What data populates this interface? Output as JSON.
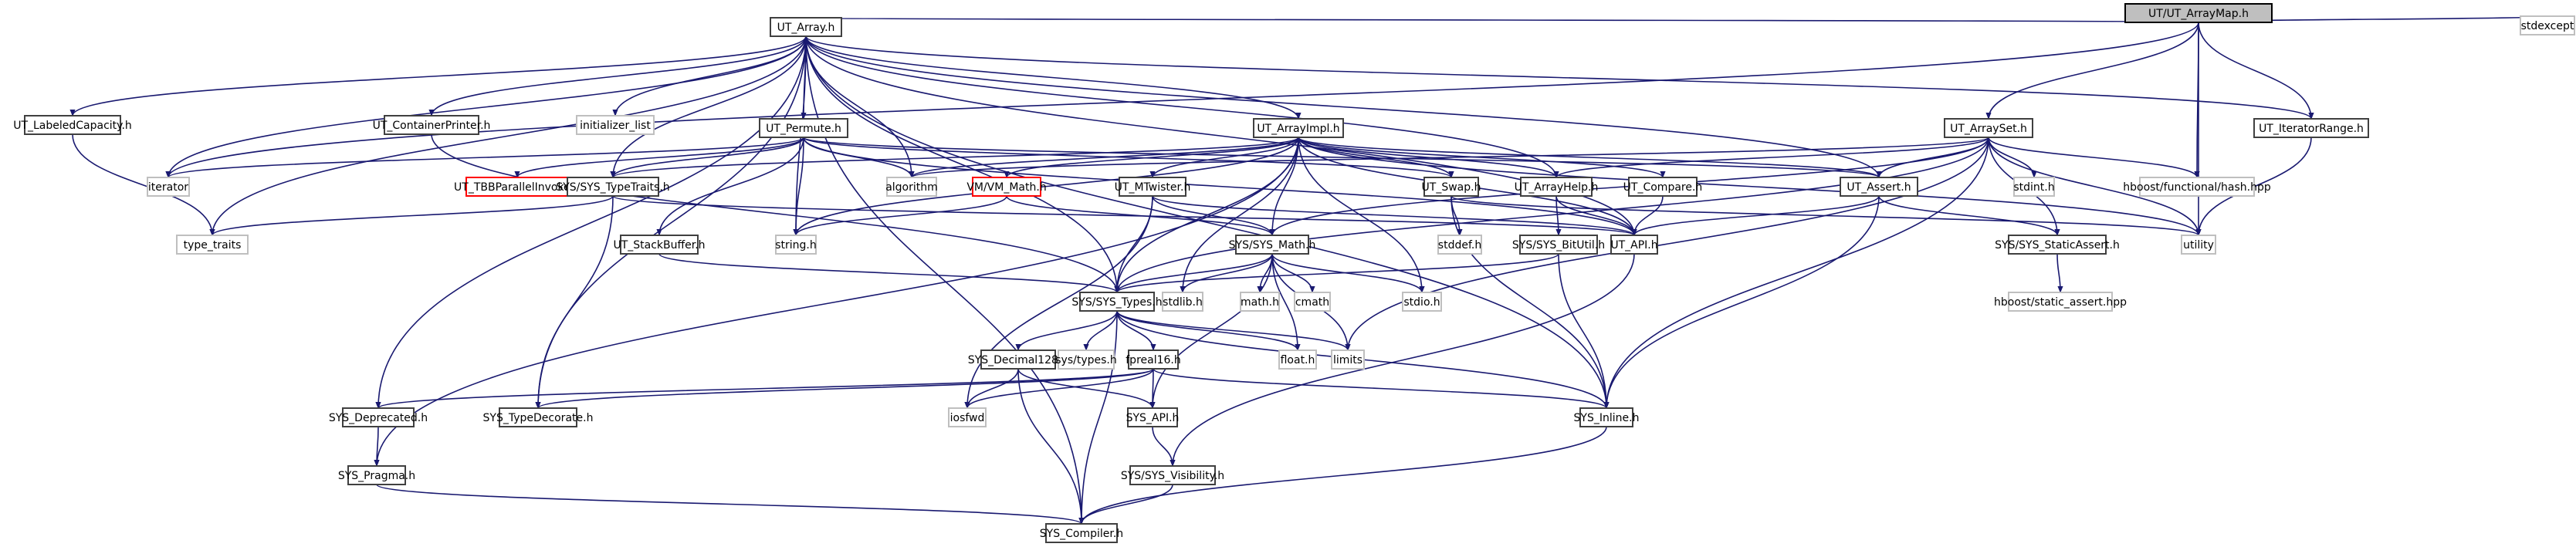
{
  "title": "UT/UT_ArrayMap.h include dependency graph",
  "colors": {
    "edge": "#191970",
    "root_fill": "#bfbfbf",
    "documented_border": "#404040",
    "external_border": "#bfbfbf",
    "truncated_border": "#ff0000"
  },
  "nodes": [
    {
      "id": "arraymap",
      "label": "UT/UT_ArrayMap.h",
      "kind": "root"
    },
    {
      "id": "stdexcept",
      "label": "stdexcept",
      "kind": "external"
    },
    {
      "id": "ut_array",
      "label": "UT_Array.h",
      "kind": "documented"
    },
    {
      "id": "labeledcap",
      "label": "UT_LabeledCapacity.h",
      "kind": "documented"
    },
    {
      "id": "containerprinter",
      "label": "UT_ContainerPrinter.h",
      "kind": "documented"
    },
    {
      "id": "initlist",
      "label": "initializer_list",
      "kind": "external"
    },
    {
      "id": "permute",
      "label": "UT_Permute.h",
      "kind": "documented"
    },
    {
      "id": "arrayimpl",
      "label": "UT_ArrayImpl.h",
      "kind": "documented"
    },
    {
      "id": "arrayset",
      "label": "UT_ArraySet.h",
      "kind": "documented"
    },
    {
      "id": "iterrange",
      "label": "UT_IteratorRange.h",
      "kind": "documented"
    },
    {
      "id": "iterator",
      "label": "iterator",
      "kind": "external"
    },
    {
      "id": "type_traits",
      "label": "type_traits",
      "kind": "external"
    },
    {
      "id": "tbbparallel",
      "label": "UT_TBBParallelInvoke.h",
      "kind": "truncated"
    },
    {
      "id": "systypetraits",
      "label": "SYS/SYS_TypeTraits.h",
      "kind": "documented"
    },
    {
      "id": "algorithm",
      "label": "algorithm",
      "kind": "external"
    },
    {
      "id": "vmmath",
      "label": "VM/VM_Math.h",
      "kind": "truncated"
    },
    {
      "id": "mtwister",
      "label": "UT_MTwister.h",
      "kind": "documented"
    },
    {
      "id": "swap",
      "label": "UT_Swap.h",
      "kind": "documented"
    },
    {
      "id": "arrayhelp",
      "label": "UT_ArrayHelp.h",
      "kind": "documented"
    },
    {
      "id": "compare",
      "label": "UT_Compare.h",
      "kind": "documented"
    },
    {
      "id": "assert",
      "label": "UT_Assert.h",
      "kind": "documented"
    },
    {
      "id": "stdint",
      "label": "stdint.h",
      "kind": "external"
    },
    {
      "id": "hash",
      "label": "hboost/functional/hash.hpp",
      "kind": "external"
    },
    {
      "id": "utility",
      "label": "utility",
      "kind": "external"
    },
    {
      "id": "stackbuffer",
      "label": "UT_StackBuffer.h",
      "kind": "documented"
    },
    {
      "id": "string_h",
      "label": "string.h",
      "kind": "external"
    },
    {
      "id": "sysmath",
      "label": "SYS/SYS_Math.h",
      "kind": "documented"
    },
    {
      "id": "stddef",
      "label": "stddef.h",
      "kind": "external"
    },
    {
      "id": "bitutil",
      "label": "SYS/SYS_BitUtil.h",
      "kind": "documented"
    },
    {
      "id": "utapi",
      "label": "UT_API.h",
      "kind": "documented"
    },
    {
      "id": "staticassert",
      "label": "SYS/SYS_StaticAssert.h",
      "kind": "documented"
    },
    {
      "id": "hstaticassert",
      "label": "hboost/static_assert.hpp",
      "kind": "external"
    },
    {
      "id": "systypes",
      "label": "SYS/SYS_Types.h",
      "kind": "documented"
    },
    {
      "id": "stdlib",
      "label": "stdlib.h",
      "kind": "external"
    },
    {
      "id": "math_h",
      "label": "math.h",
      "kind": "external"
    },
    {
      "id": "cmath",
      "label": "cmath",
      "kind": "external"
    },
    {
      "id": "stdio",
      "label": "stdio.h",
      "kind": "external"
    },
    {
      "id": "decimal128",
      "label": "SYS_Decimal128.h",
      "kind": "documented"
    },
    {
      "id": "systypes_h",
      "label": "sys/types.h",
      "kind": "external"
    },
    {
      "id": "fpreal16",
      "label": "fpreal16.h",
      "kind": "documented"
    },
    {
      "id": "float_h",
      "label": "float.h",
      "kind": "external"
    },
    {
      "id": "limits",
      "label": "limits",
      "kind": "external"
    },
    {
      "id": "deprecated",
      "label": "SYS_Deprecated.h",
      "kind": "documented"
    },
    {
      "id": "typedecorate",
      "label": "SYS_TypeDecorate.h",
      "kind": "documented"
    },
    {
      "id": "iosfwd",
      "label": "iosfwd",
      "kind": "external"
    },
    {
      "id": "sysapi",
      "label": "SYS_API.h",
      "kind": "documented"
    },
    {
      "id": "inline",
      "label": "SYS_Inline.h",
      "kind": "documented"
    },
    {
      "id": "pragma",
      "label": "SYS_Pragma.h",
      "kind": "documented"
    },
    {
      "id": "visibility",
      "label": "SYS/SYS_Visibility.h",
      "kind": "documented"
    },
    {
      "id": "compiler",
      "label": "SYS_Compiler.h",
      "kind": "documented"
    }
  ],
  "edges": [
    [
      "arraymap",
      "ut_array"
    ],
    [
      "arraymap",
      "stdexcept"
    ],
    [
      "arraymap",
      "arrayset"
    ],
    [
      "arraymap",
      "iterrange"
    ],
    [
      "arraymap",
      "hash"
    ],
    [
      "arraymap",
      "utility"
    ],
    [
      "arraymap",
      "iterator"
    ],
    [
      "ut_array",
      "labeledcap"
    ],
    [
      "ut_array",
      "containerprinter"
    ],
    [
      "ut_array",
      "initlist"
    ],
    [
      "ut_array",
      "permute"
    ],
    [
      "ut_array",
      "arrayimpl"
    ],
    [
      "ut_array",
      "iterator"
    ],
    [
      "ut_array",
      "type_traits"
    ],
    [
      "ut_array",
      "systypetraits"
    ],
    [
      "ut_array",
      "algorithm"
    ],
    [
      "ut_array",
      "string_h"
    ],
    [
      "ut_array",
      "arrayhelp"
    ],
    [
      "ut_array",
      "assert"
    ],
    [
      "ut_array",
      "utapi"
    ],
    [
      "ut_array",
      "iterrange"
    ],
    [
      "ut_array",
      "inline"
    ],
    [
      "ut_array",
      "compiler"
    ],
    [
      "ut_array",
      "deprecated"
    ],
    [
      "ut_array",
      "typedecorate"
    ],
    [
      "ut_array",
      "systypes"
    ],
    [
      "labeledcap",
      "type_traits"
    ],
    [
      "containerprinter",
      "systypes"
    ],
    [
      "permute",
      "tbbparallel"
    ],
    [
      "permute",
      "systypetraits"
    ],
    [
      "permute",
      "algorithm"
    ],
    [
      "permute",
      "stackbuffer"
    ],
    [
      "permute",
      "string_h"
    ],
    [
      "permute",
      "swap"
    ],
    [
      "permute",
      "iterator"
    ],
    [
      "permute",
      "assert"
    ],
    [
      "permute",
      "utapi"
    ],
    [
      "arrayimpl",
      "systypetraits"
    ],
    [
      "arrayimpl",
      "algorithm"
    ],
    [
      "arrayimpl",
      "vmmath"
    ],
    [
      "arrayimpl",
      "mtwister"
    ],
    [
      "arrayimpl",
      "swap"
    ],
    [
      "arrayimpl",
      "arrayhelp"
    ],
    [
      "arrayimpl",
      "compare"
    ],
    [
      "arrayimpl",
      "assert"
    ],
    [
      "arrayimpl",
      "string_h"
    ],
    [
      "arrayimpl",
      "sysmath"
    ],
    [
      "arrayimpl",
      "stdlib"
    ],
    [
      "arrayimpl",
      "stdio"
    ],
    [
      "arrayimpl",
      "utility"
    ],
    [
      "arrayimpl",
      "pragma"
    ],
    [
      "arrayimpl",
      "systypes"
    ],
    [
      "arrayimpl",
      "utapi"
    ],
    [
      "arrayset",
      "arrayhelp"
    ],
    [
      "arrayset",
      "assert"
    ],
    [
      "arrayset",
      "stdint"
    ],
    [
      "arrayset",
      "hash"
    ],
    [
      "arrayset",
      "utility"
    ],
    [
      "arrayset",
      "staticassert"
    ],
    [
      "arrayset",
      "sysmath"
    ],
    [
      "arrayset",
      "systypes"
    ],
    [
      "arrayset",
      "limits"
    ],
    [
      "arrayset",
      "inline"
    ],
    [
      "arrayset",
      "algorithm"
    ],
    [
      "iterrange",
      "utility"
    ],
    [
      "systypetraits",
      "type_traits"
    ],
    [
      "systypetraits",
      "typedecorate"
    ],
    [
      "systypetraits",
      "utapi"
    ],
    [
      "vmmath",
      "string_h"
    ],
    [
      "vmmath",
      "sysmath"
    ],
    [
      "mtwister",
      "systypes"
    ],
    [
      "mtwister",
      "sysmath"
    ],
    [
      "mtwister",
      "iosfwd"
    ],
    [
      "mtwister",
      "utapi"
    ],
    [
      "swap",
      "stddef"
    ],
    [
      "swap",
      "inline"
    ],
    [
      "swap",
      "utility"
    ],
    [
      "arrayhelp",
      "bitutil"
    ],
    [
      "arrayhelp",
      "utapi"
    ],
    [
      "compare",
      "utapi"
    ],
    [
      "assert",
      "utapi"
    ],
    [
      "assert",
      "staticassert"
    ],
    [
      "assert",
      "inline"
    ],
    [
      "staticassert",
      "hstaticassert"
    ],
    [
      "stackbuffer",
      "systypes"
    ],
    [
      "sysmath",
      "systypes"
    ],
    [
      "sysmath",
      "stdlib"
    ],
    [
      "sysmath",
      "math_h"
    ],
    [
      "sysmath",
      "cmath"
    ],
    [
      "sysmath",
      "stdio"
    ],
    [
      "sysmath",
      "float_h"
    ],
    [
      "sysmath",
      "limits"
    ],
    [
      "sysmath",
      "sysapi"
    ],
    [
      "bitutil",
      "systypes"
    ],
    [
      "bitutil",
      "inline"
    ],
    [
      "utapi",
      "visibility"
    ],
    [
      "systypes",
      "decimal128"
    ],
    [
      "systypes",
      "systypes_h"
    ],
    [
      "systypes",
      "fpreal16"
    ],
    [
      "systypes",
      "float_h"
    ],
    [
      "systypes",
      "limits"
    ],
    [
      "systypes",
      "inline"
    ],
    [
      "systypes",
      "compiler"
    ],
    [
      "decimal128",
      "iosfwd"
    ],
    [
      "decimal128",
      "sysapi"
    ],
    [
      "decimal128",
      "compiler"
    ],
    [
      "fpreal16",
      "sysapi"
    ],
    [
      "fpreal16",
      "inline"
    ],
    [
      "fpreal16",
      "iosfwd"
    ],
    [
      "fpreal16",
      "deprecated"
    ],
    [
      "fpreal16",
      "typedecorate"
    ],
    [
      "deprecated",
      "pragma"
    ],
    [
      "sysapi",
      "visibility"
    ],
    [
      "inline",
      "compiler"
    ],
    [
      "pragma",
      "compiler"
    ],
    [
      "visibility",
      "compiler"
    ]
  ]
}
